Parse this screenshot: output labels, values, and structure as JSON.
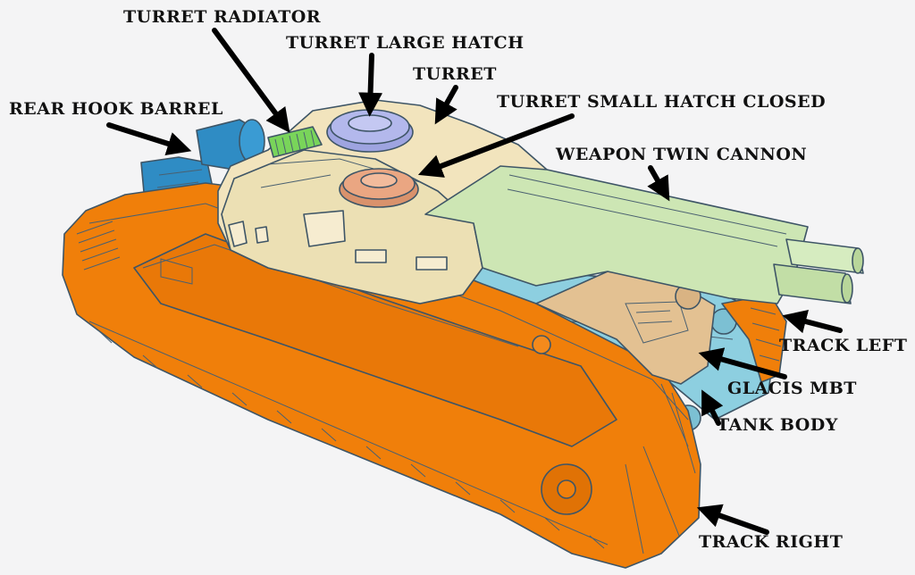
{
  "labels": {
    "turret_radiator": "Turret Radiator",
    "turret_large_hatch": "Turret Large Hatch",
    "turret": "Turret",
    "rear_hook_barrel": "Rear Hook Barrel",
    "turret_small_hatch_closed": "Turret Small Hatch Closed",
    "weapon_twin_cannon": "Weapon Twin Cannon",
    "track_left": "Track Left",
    "glacis_mbt": "Glacis MBT",
    "tank_body": "Tank Body",
    "track_right": "Track Right"
  },
  "part_colors": {
    "track": "#f07f0a",
    "hull": "#8dcfe0",
    "turret": "#f2e4bd",
    "cannon": "#cde6b4",
    "glacis": "#e3c192",
    "large_hatch": "#b3b8ec",
    "small_hatch": "#eaa682",
    "radiator": "#79d45a",
    "hook_barrel": "#2f8cc4",
    "outline": "#3e5566"
  }
}
